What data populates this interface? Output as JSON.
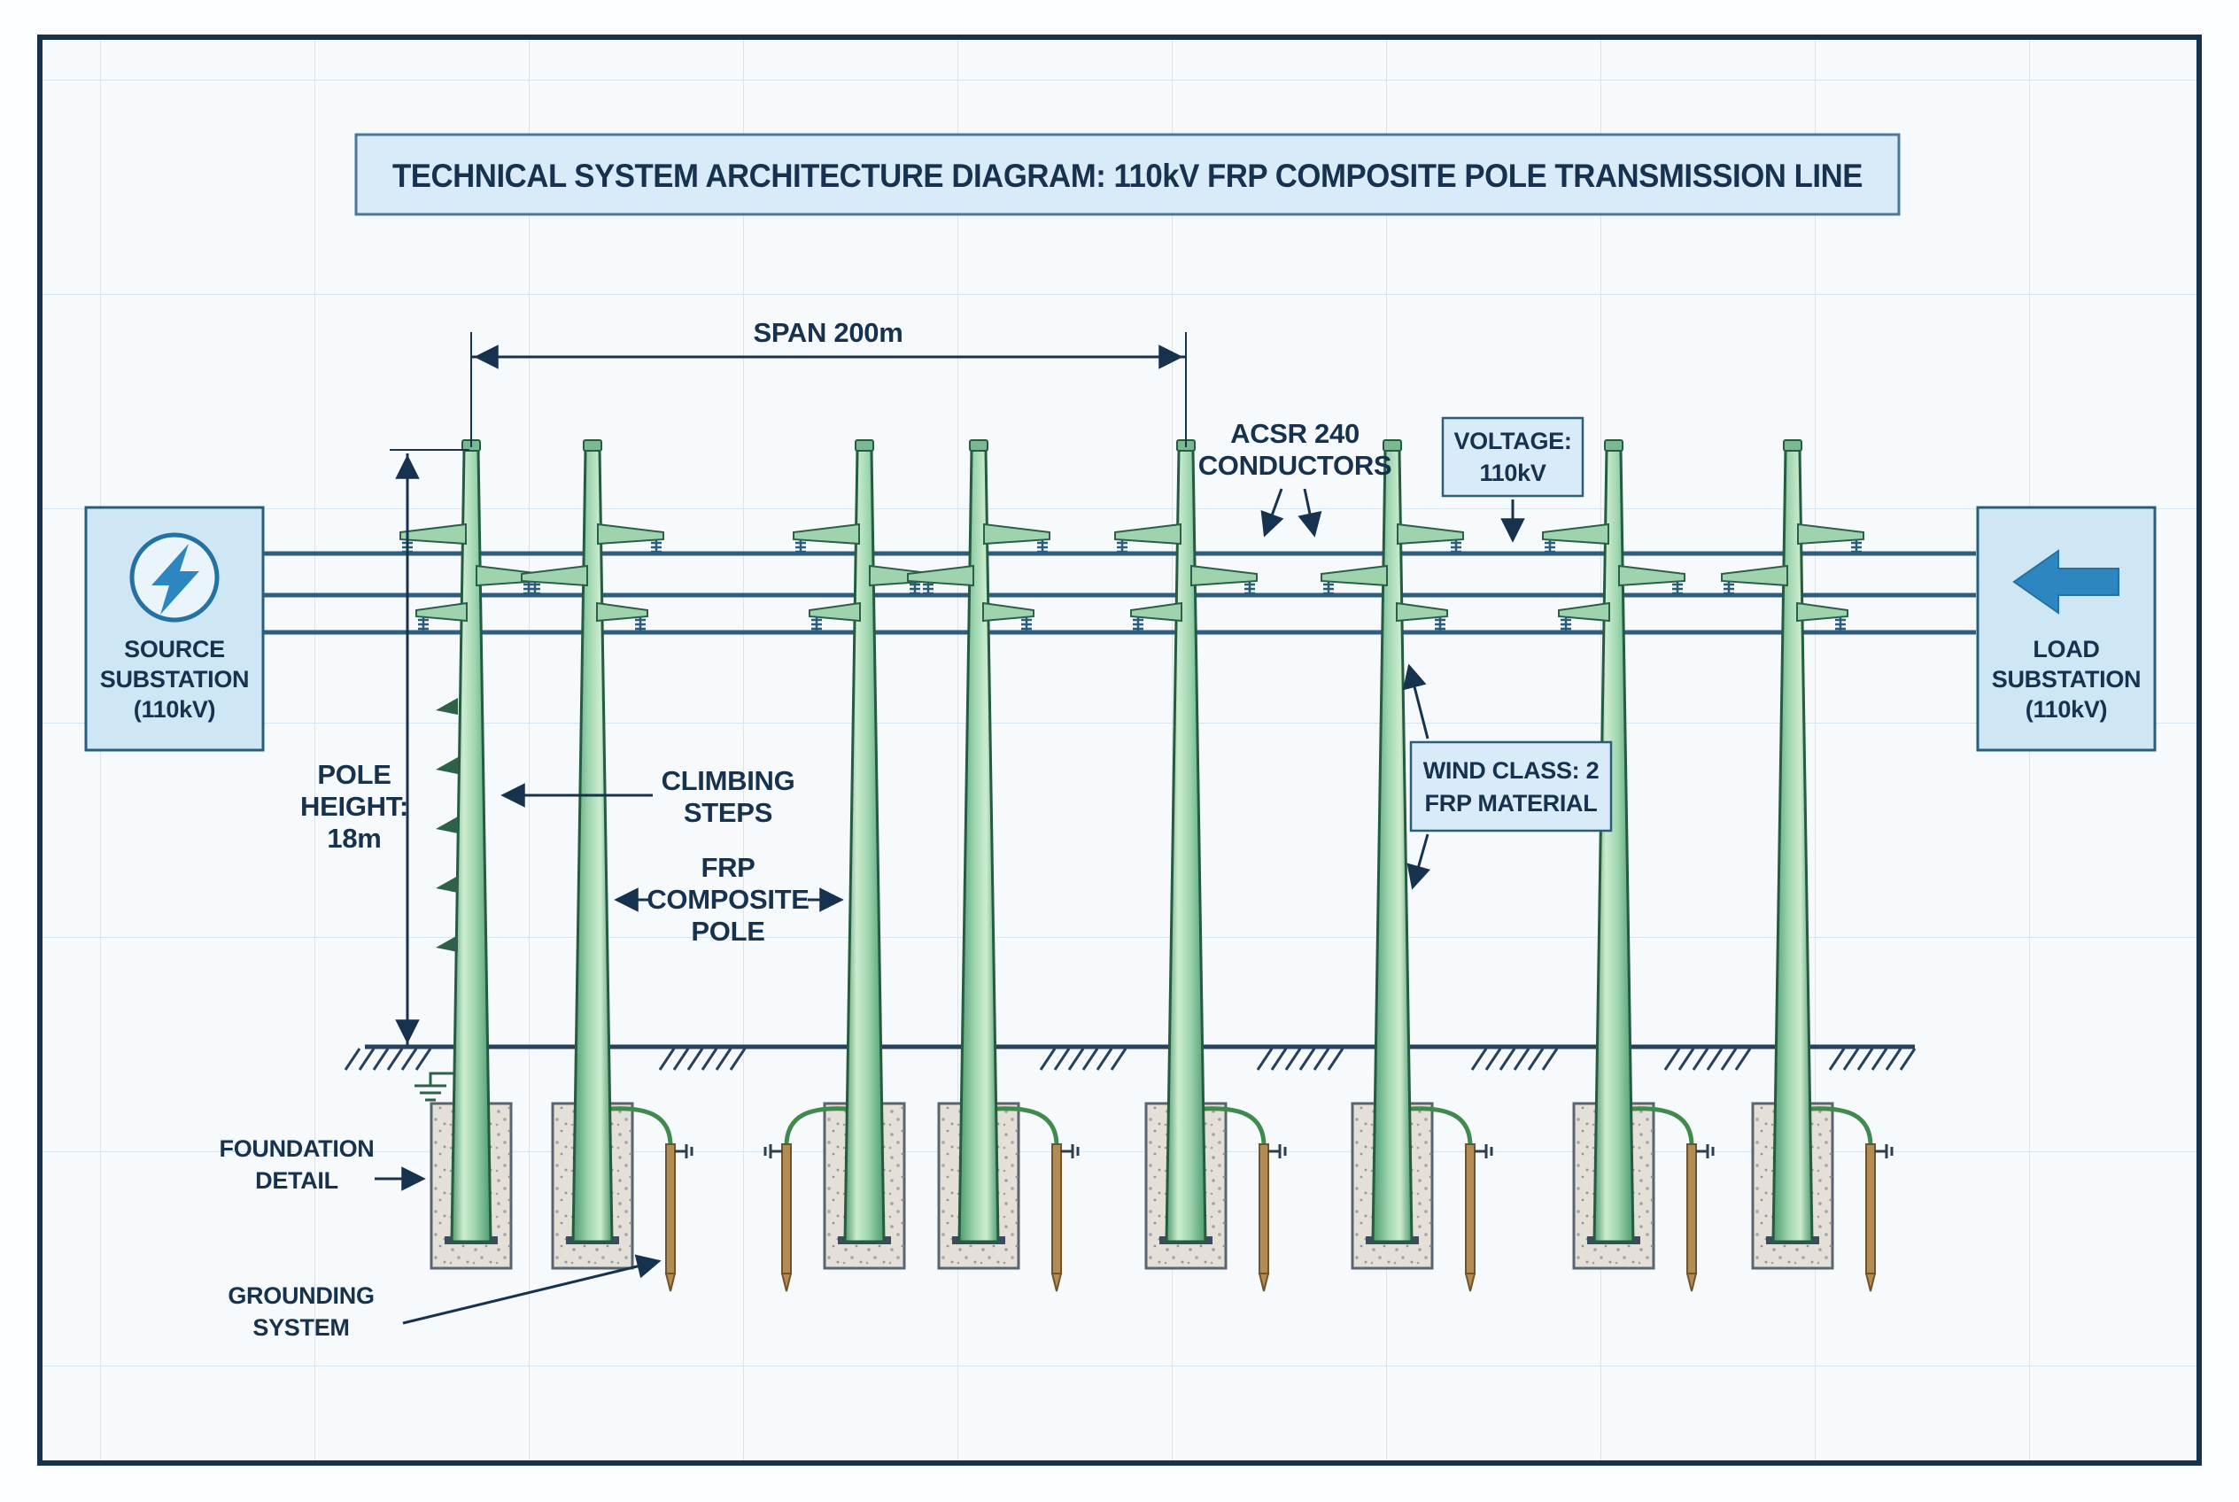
{
  "title": "TECHNICAL SYSTEM ARCHITECTURE DIAGRAM: 110kV FRP COMPOSITE POLE TRANSMISSION LINE",
  "dimensions": {
    "span": "SPAN 200m",
    "pole_height": [
      "POLE",
      "HEIGHT:",
      "18m"
    ]
  },
  "callouts": {
    "conductors": [
      "ACSR 240",
      "CONDUCTORS"
    ],
    "voltage": [
      "VOLTAGE:",
      "110kV"
    ],
    "wind": [
      "WIND CLASS: 2",
      "FRP MATERIAL"
    ],
    "climbing_steps": [
      "CLIMBING",
      "STEPS"
    ],
    "frp_pole": [
      "FRP",
      "COMPOSITE",
      "POLE"
    ],
    "foundation": [
      "FOUNDATION",
      "DETAIL"
    ],
    "grounding": [
      "GROUNDING",
      "SYSTEM"
    ]
  },
  "source_substation": [
    "SOURCE",
    "SUBSTATION",
    "(110kV)"
  ],
  "load_substation": [
    "LOAD",
    "SUBSTATION",
    "(110kV)"
  ],
  "counts": {
    "poles": 8,
    "conductors": 3,
    "foundations": 8,
    "ground_rods": 7
  },
  "colors": {
    "ink": "#16324f",
    "accent_blue": "#2e86c1",
    "panel_fill": "#d9ebf8",
    "pole_green": "#9fd3ae",
    "concrete": "#e4e0d8",
    "ground_rod_brown": "#b38b55",
    "ground_wire_green": "#3f8a4c",
    "conductor_blue": "#2f5d80"
  }
}
